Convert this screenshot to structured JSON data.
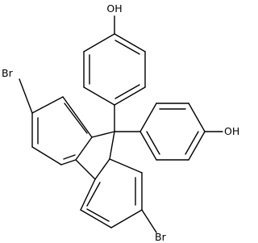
{
  "molecule": {
    "atom_labels": {
      "oh_top": "OH",
      "oh_right": "OH",
      "br_left": "Br",
      "br_bottom": "Br"
    }
  },
  "colors": {
    "bond": "#000000",
    "background": "#ffffff"
  }
}
